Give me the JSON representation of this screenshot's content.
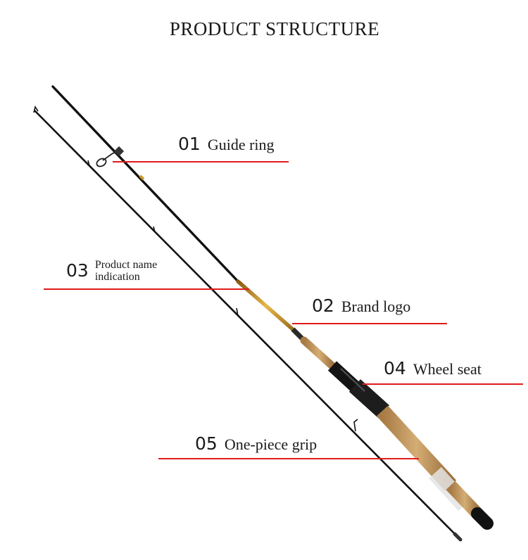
{
  "title": "PRODUCT STRUCTURE",
  "colors": {
    "callout_line": "#e11b1b",
    "blank": "#111111",
    "gold_section": "#c8962a",
    "cork": "#c49a62",
    "reel_seat": "#141414"
  },
  "callouts": [
    {
      "num": "01",
      "label": "Guide ring"
    },
    {
      "num": "02",
      "label": "Brand logo"
    },
    {
      "num": "03",
      "label_line1": "Product name",
      "label_line2": "indication"
    },
    {
      "num": "04",
      "label": "Wheel seat"
    },
    {
      "num": "05",
      "label": "One-piece grip"
    }
  ]
}
